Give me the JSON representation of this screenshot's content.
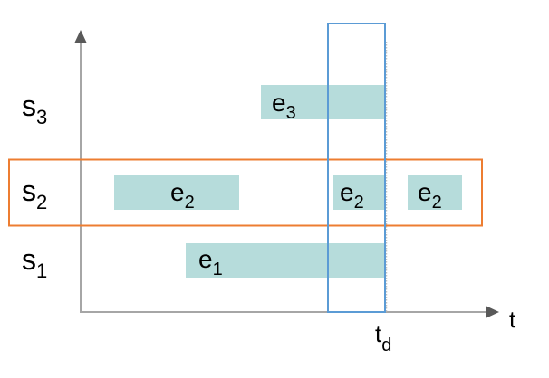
{
  "diagram": {
    "type": "timeline",
    "x_axis_label": "t",
    "marker_label": {
      "main": "t",
      "sub": "d"
    },
    "rows": [
      {
        "name": {
          "main": "s",
          "sub": "3"
        },
        "events": [
          {
            "main": "e",
            "sub": "3",
            "start": 0.43,
            "end": 0.72
          }
        ]
      },
      {
        "name": {
          "main": "s",
          "sub": "2"
        },
        "highlighted": true,
        "events": [
          {
            "main": "e",
            "sub": "2",
            "start": 0.08,
            "end": 0.38
          },
          {
            "main": "e",
            "sub": "2",
            "start": 0.6,
            "end": 0.72
          },
          {
            "main": "e",
            "sub": "2",
            "start": 0.78,
            "end": 0.91
          }
        ]
      },
      {
        "name": {
          "main": "s",
          "sub": "1"
        },
        "events": [
          {
            "main": "e",
            "sub": "1",
            "start": 0.25,
            "end": 0.72
          }
        ]
      }
    ],
    "window": {
      "start": 0.59,
      "end": 0.72
    },
    "colors": {
      "axis": "#999999",
      "axis_arrow": "#595959",
      "event_fill": "#b6dcdb",
      "window_stroke": "#5b9bd5",
      "highlight_stroke": "#ed7d31",
      "text": "#000000"
    }
  }
}
